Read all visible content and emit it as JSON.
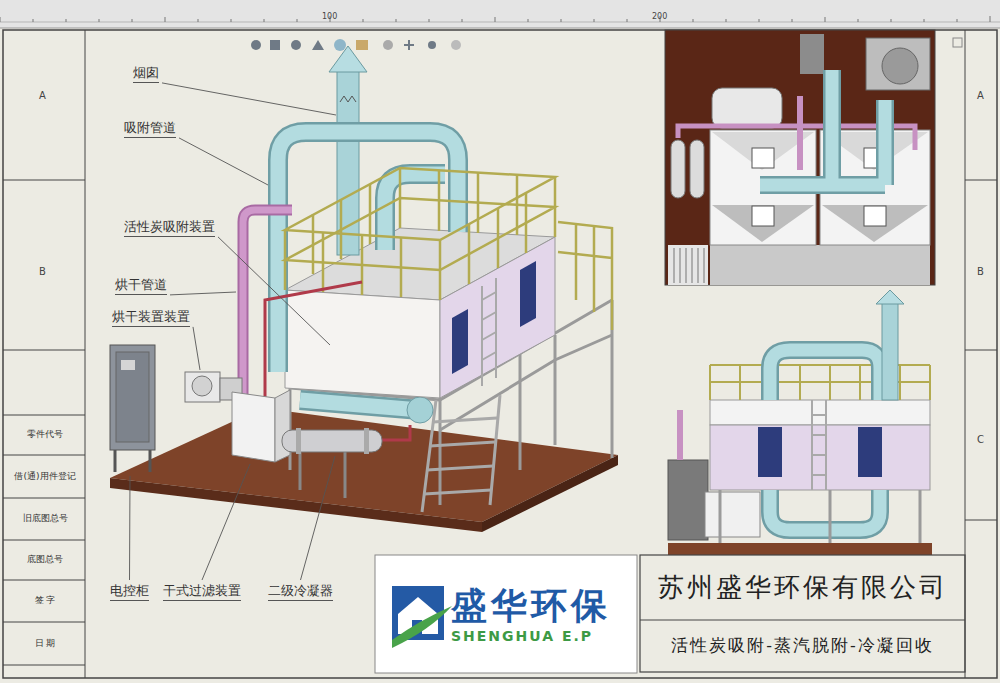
{
  "diagram": {
    "nodes": [
      {
        "text": [
          "零件代号"
        ]
      },
      {
        "text": [
          "借(通)用件登记"
        ]
      },
      {
        "text": [
          "旧底图总号"
        ]
      },
      {
        "text": [
          "底图总号"
        ]
      },
      {
        "text": [
          "签 字"
        ]
      },
      {
        "text": [
          "日 期"
        ]
      },
      {
        "text": [
          "盛华环保",
          "SHENGHUA E.P"
        ]
      },
      {
        "text": [
          "苏州盛华环保有限公司"
        ]
      },
      {
        "text": [
          "活性炭吸附-蒸汽脱附-冷凝回收"
        ]
      }
    ],
    "labels": [
      "100",
      "200",
      "A",
      "B",
      "A",
      "B",
      "C",
      "烟囱",
      "吸附管道",
      "活性炭吸附装置",
      "烘干管道",
      "烘干装置装置",
      "电控柜",
      "干式过滤装置",
      "二级冷凝器"
    ]
  }
}
